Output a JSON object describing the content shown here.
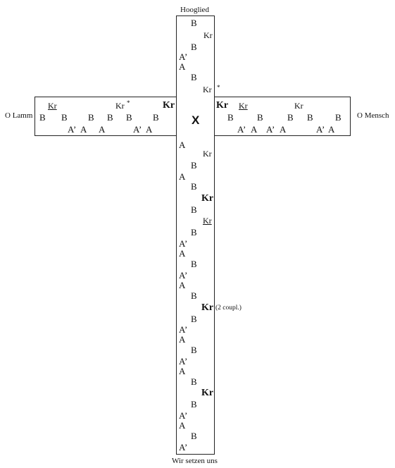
{
  "labels": {
    "top": "Hooglied",
    "bottom": "Wir setzen uns",
    "left": "O Lamm",
    "right": "O Mensch",
    "center": "X",
    "couplets_note": "(2 coupl.)",
    "star": "*"
  },
  "vertical_marks": [
    "B",
    "Kr",
    "B",
    "A’",
    "A",
    "B",
    "Kr",
    "A",
    "Kr",
    "B",
    "A",
    "B",
    "Kr",
    "B",
    "Kr",
    "B",
    "A’",
    "A",
    "B",
    "A’",
    "A",
    "B",
    "Kr",
    "B",
    "A’",
    "A",
    "B",
    "A’",
    "A",
    "B",
    "Kr",
    "B",
    "A’",
    "A",
    "B",
    "A’"
  ],
  "left_arm_top": [
    "Kr",
    "Kr",
    "Kr"
  ],
  "left_arm_mid": [
    "B",
    "B",
    "B",
    "B",
    "B",
    "B"
  ],
  "left_arm_bot": [
    "A’",
    "A",
    "A",
    "A’",
    "A"
  ],
  "right_arm_top": [
    "Kr",
    "Kr",
    "Kr"
  ],
  "right_arm_mid": [
    "B",
    "B",
    "B",
    "B",
    "B"
  ],
  "right_arm_bot": [
    "A’",
    "A",
    "A’",
    "A",
    "A’",
    "A"
  ]
}
